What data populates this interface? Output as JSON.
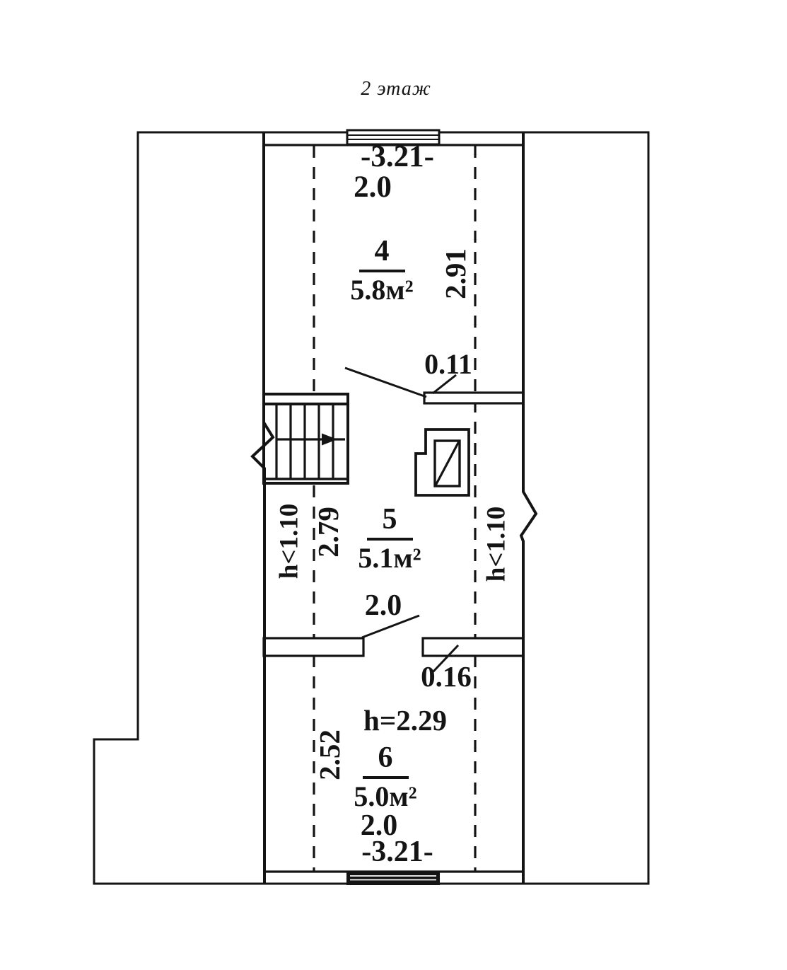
{
  "colors": {
    "ink": "#141414",
    "paper": "#ffffff"
  },
  "title": "2 этаж",
  "labels": {
    "top_elevation": "-3.21-",
    "top_width": "2.0",
    "depth_upper": "2.91",
    "offset_upper": "0.11",
    "left_height_limit": "h<1.10",
    "depth_middle": "2.79",
    "door_middle_width": "2.0",
    "right_height_limit": "h<1.10",
    "offset_lower": "0.16",
    "ceiling_height": "h=2.29",
    "depth_lower": "2.52",
    "bottom_width": "2.0",
    "bottom_elevation": "-3.21-"
  },
  "rooms": [
    {
      "number": "4",
      "area": "5.8м²"
    },
    {
      "number": "5",
      "area": "5.1м²"
    },
    {
      "number": "6",
      "area": "5.0м²"
    }
  ]
}
